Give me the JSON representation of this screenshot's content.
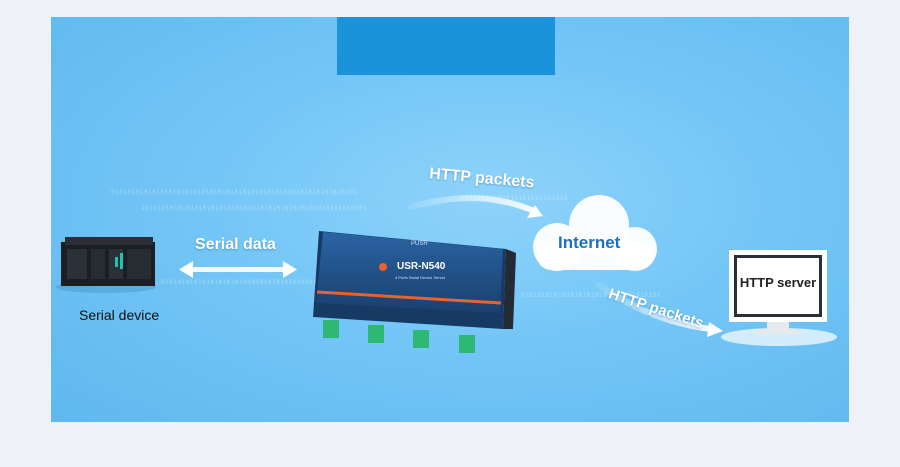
{
  "labels": {
    "serial_data": "Serial data",
    "serial_device": "Serial device",
    "http_packets_top": "HTTP packets",
    "internet": "Internet",
    "http_packets_bottom": "HTTP packets",
    "http_server": "HTTP server"
  },
  "device": {
    "brand": "PUSR",
    "model": "USR-N540",
    "subtitle": "4 Ports Serial Device Server"
  },
  "colors": {
    "background": "#eef1f6",
    "panel": "#74c6f6",
    "title_tab": "#1a93db",
    "internet_text": "#1e6fc2",
    "device_body": "#1f4f86",
    "terminal": "#2fb874"
  }
}
